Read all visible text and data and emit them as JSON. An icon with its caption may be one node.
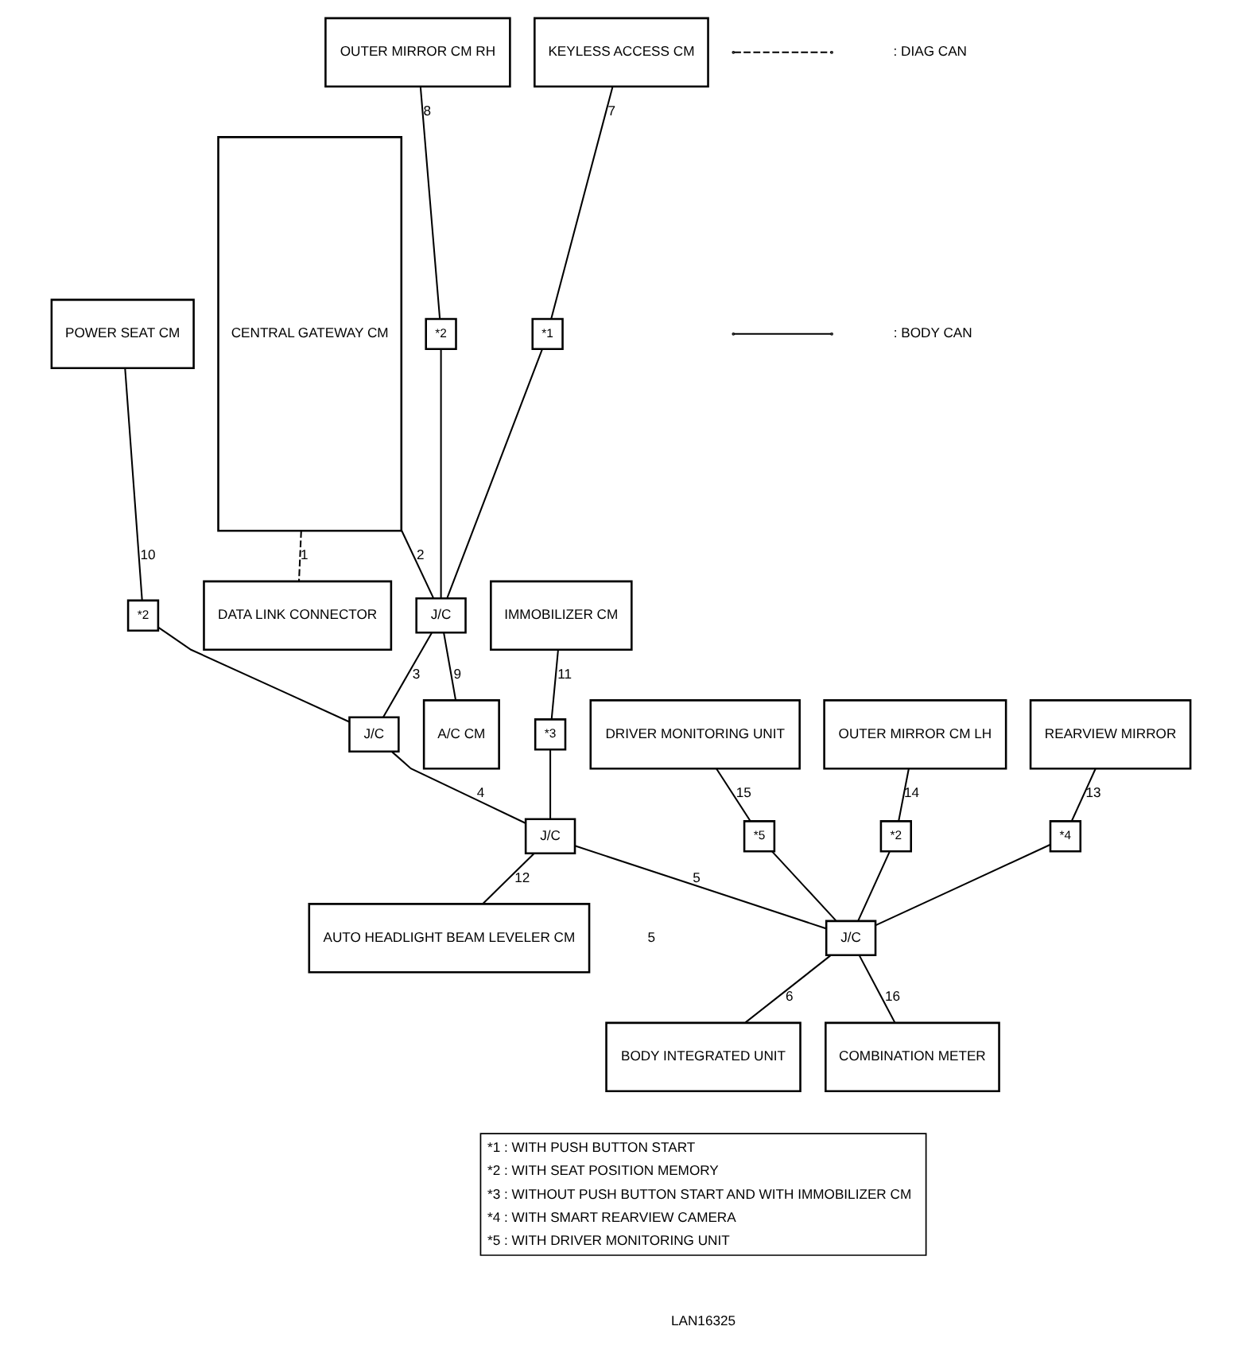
{
  "diagram": {
    "nodes": [
      {
        "text": [
          "CENTRAL GATEWAY CM"
        ]
      },
      {
        "text": [
          "DATA LINK CONNECTOR"
        ]
      },
      {
        "text": [
          "KEYLESS ACCESS CM"
        ]
      },
      {
        "text": [
          "*1"
        ]
      },
      {
        "text": [
          "OUTER MIRROR CM RH"
        ]
      },
      {
        "text": [
          "*2"
        ]
      },
      {
        "text": [
          "J/C"
        ]
      },
      {
        "text": [
          "A/C CM"
        ]
      },
      {
        "text": [
          "POWER SEAT CM"
        ]
      },
      {
        "text": [
          "*2"
        ]
      },
      {
        "text": [
          "J/C"
        ]
      },
      {
        "text": [
          "IMMOBILIZER CM"
        ]
      },
      {
        "text": [
          "*3"
        ]
      },
      {
        "text": [
          "J/C"
        ]
      },
      {
        "text": [
          "AUTO HEADLIGHT BEAM LEVELER CM"
        ]
      },
      {
        "text": [
          "REARVIEW MIRROR"
        ]
      },
      {
        "text": [
          "*4"
        ]
      },
      {
        "text": [
          "DRIVER MONITORING UNIT"
        ]
      },
      {
        "text": [
          "*5"
        ]
      },
      {
        "text": [
          "J/C"
        ]
      },
      {
        "text": [
          "BODY INTEGRATED UNIT"
        ]
      },
      {
        "text": [
          "*2"
        ]
      },
      {
        "text": [
          "OUTER MIRROR CM LH"
        ]
      },
      {
        "text": [
          "COMBINATION METER"
        ]
      }
    ],
    "edges": [
      {
        "from": 0,
        "to": 1,
        "arrow": "none",
        "label": "1",
        "style": "dashed"
      },
      {
        "from": 0,
        "to": 6,
        "arrow": "none",
        "label": "2"
      },
      {
        "from": 2,
        "to": 3,
        "arrow": "none",
        "label": "7"
      },
      {
        "from": 3,
        "to": 6,
        "arrow": "none"
      },
      {
        "from": 4,
        "to": 5,
        "arrow": "none",
        "label": "8"
      },
      {
        "from": 5,
        "to": 6,
        "arrow": "none"
      },
      {
        "from": 6,
        "to": 7,
        "arrow": "none",
        "label": "9"
      },
      {
        "from": 6,
        "to": 10,
        "arrow": "none",
        "label": "3"
      },
      {
        "from": 8,
        "to": 9,
        "arrow": "none",
        "label": "10"
      },
      {
        "from": 9,
        "to": 10,
        "arrow": "none"
      },
      {
        "from": 10,
        "to": 13,
        "arrow": "none",
        "label": "4"
      },
      {
        "from": 11,
        "to": 12,
        "arrow": "none",
        "label": "11"
      },
      {
        "from": 12,
        "to": 13,
        "arrow": "none"
      },
      {
        "from": 13,
        "to": 14,
        "arrow": "none",
        "label": "12"
      },
      {
        "from": 13,
        "to": 19,
        "arrow": "none",
        "label": "5"
      },
      {
        "from": 15,
        "to": 16,
        "arrow": "none",
        "label": "13"
      },
      {
        "from": 16,
        "to": 19,
        "arrow": "none"
      },
      {
        "from": 17,
        "to": 18,
        "arrow": "none",
        "label": "15"
      },
      {
        "from": 18,
        "to": 19,
        "arrow": "none"
      },
      {
        "from": 19,
        "to": 20,
        "arrow": "none",
        "label": "6"
      },
      {
        "from": 22,
        "to": 21,
        "arrow": "none",
        "label": "14"
      },
      {
        "from": 21,
        "to": 19,
        "arrow": "none"
      },
      {
        "from": 19,
        "to": 23,
        "arrow": "none",
        "label": "16"
      }
    ],
    "labels": [
      "5",
      "*1 : WITH PUSH BUTTON START",
      "*2 : WITH SEAT POSITION MEMORY",
      "*3 : WITHOUT PUSH BUTTON START AND WITH IMMOBILIZER CM",
      "*4 : WITH SMART REARVIEW CAMERA",
      "*5 : WITH DRIVER MONITORING UNIT",
      "LAN16325"
    ],
    "legend": [
      {
        "text": ": DIAG CAN"
      },
      {
        "text": ": BODY CAN"
      }
    ]
  }
}
